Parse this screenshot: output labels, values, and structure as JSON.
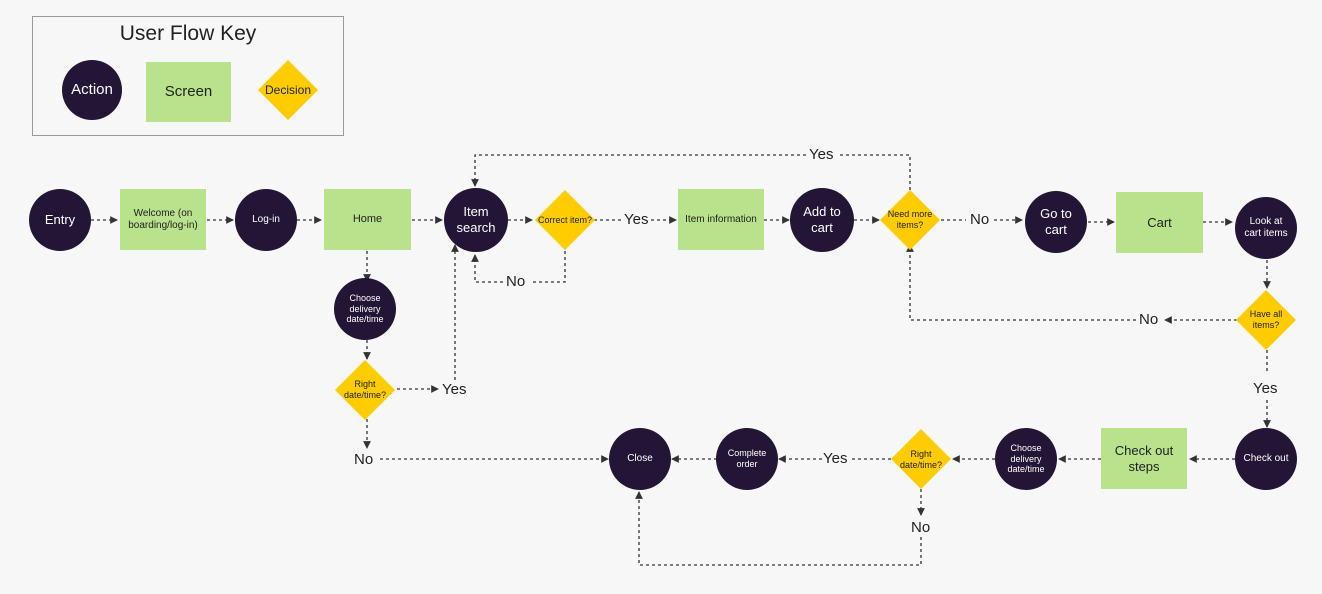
{
  "colors": {
    "action": "#231535",
    "screen": "#b9e28c",
    "decision": "#ffcc00",
    "connector": "#333333",
    "background": "#f7f7f7"
  },
  "key": {
    "title": "User Flow Key",
    "action": "Action",
    "screen": "Screen",
    "decision": "Decision"
  },
  "nodes": {
    "entry": "Entry",
    "welcome": "Welcome (on boarding/log-in)",
    "login": "Log-in",
    "home": "Home",
    "choose_delivery_1": "Choose delivery date/time",
    "right_date_1": "Right date/time?",
    "item_search": "Item search",
    "correct_item": "Correct item?",
    "item_information": "Item information",
    "add_to_cart": "Add to cart",
    "need_more_items": "Need more items?",
    "go_to_cart": "Go to cart",
    "cart": "Cart",
    "look_at_cart": "Look at cart items",
    "have_all_items": "Have all items?",
    "check_out": "Check out",
    "check_out_steps": "Check out steps",
    "choose_delivery_2": "Choose delivery date/time",
    "right_date_2": "Right date/time?",
    "complete_order": "Complete order",
    "close": "Close"
  },
  "edge_labels": {
    "yes_top": "Yes",
    "yes_correct": "Yes",
    "no_correct": "No",
    "no_need_more": "No",
    "no_have_all": "No",
    "yes_have_all": "Yes",
    "yes_right_date_1": "Yes",
    "no_right_date_1": "No",
    "yes_right_date_2": "Yes",
    "no_right_date_2": "No"
  }
}
